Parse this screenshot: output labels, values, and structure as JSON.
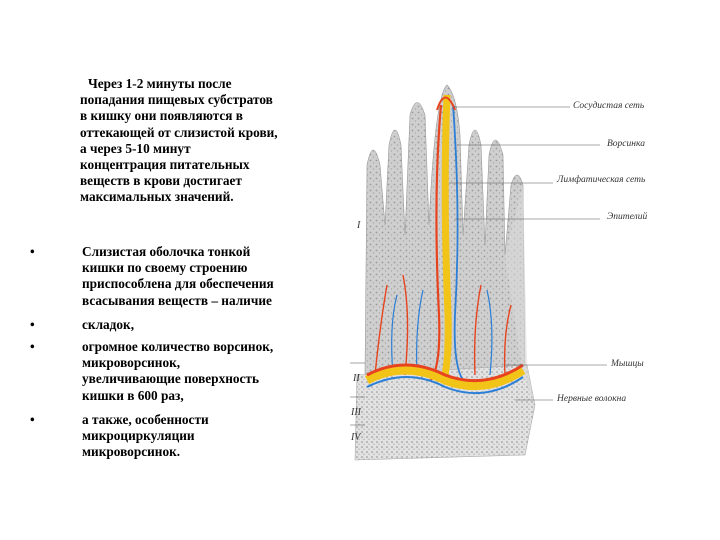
{
  "intro": {
    "lines": [
      "Через 1-2 минуты после",
      "попадания пищевых субстратов",
      "в кишку они появляются в",
      "оттекающей от слизистой крови,",
      "а через 5-10 минут",
      "концентрация питательных",
      "веществ в крови достигает",
      "максимальных значений."
    ]
  },
  "bullets": [
    {
      "marker": "•",
      "lines": [
        "Слизистая оболочка тонкой",
        "кишки по своему строению",
        "приспособлена для обеспечения",
        "всасывания веществ – наличие"
      ]
    },
    {
      "marker": "•",
      "lines": [
        "складок,"
      ]
    },
    {
      "marker": "•",
      "lines": [
        "огромное количество ворсинок,",
        "микроворсинок,",
        "увеличивающие поверхность",
        "кишки в 600 раз,"
      ]
    },
    {
      "marker": "•",
      "lines": [
        "а также, особенности",
        "микроциркуляции",
        "микроворсинок."
      ]
    }
  ],
  "figure": {
    "labels": {
      "vascular": "Сосудистая сеть",
      "villus": "Ворсинка",
      "lymph": "Лимфатическая сеть",
      "epithelium": "Эпителий",
      "muscle": "Мышцы",
      "connective": "Нервные волокна"
    },
    "roman": {
      "i": "I",
      "ii": "II",
      "iii": "III",
      "iv": "IV"
    },
    "colors": {
      "artery": "#e8431f",
      "vein": "#2b7fd6",
      "lymph": "#f2c417",
      "tissue": "#bdbdbd"
    }
  }
}
